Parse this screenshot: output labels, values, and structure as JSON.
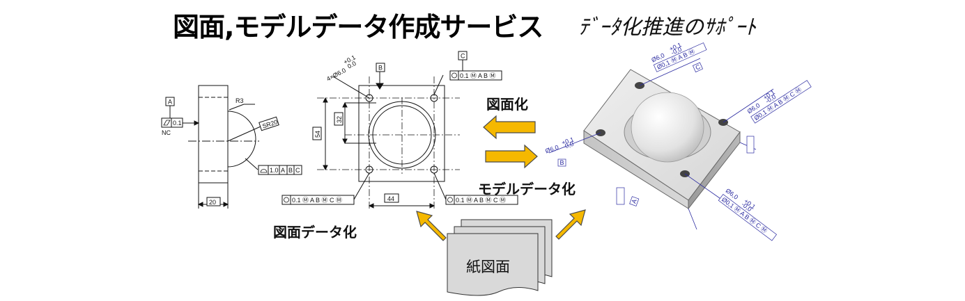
{
  "title": "図面,モデルデータ作成サービス",
  "subtitle": "ﾃﾞｰﾀ化推進のｻﾎﾟｰﾄ",
  "labels": {
    "drawing": "図面化",
    "model": "モデルデータ化",
    "drawing_data": "図面データ化",
    "paper": "紙図面"
  },
  "side_view": {
    "datum_a": "A",
    "flat": "0.1",
    "nc": "NC",
    "r3": "R3",
    "sr20": "SR20",
    "profile": "1.0",
    "profile_refs": [
      "A",
      "B",
      "C"
    ],
    "width": "20"
  },
  "front_view": {
    "holes": "4×Ø6.0",
    "hole_tol_upper": "+0.1",
    "hole_tol_lower": "0.0",
    "datum_b": "B",
    "datum_c": "C",
    "pos_top": "0.1",
    "pos_top_refs": "Ⓜ A B Ⓜ",
    "dim_32": "32",
    "dim_54": "54",
    "dim_44": "44",
    "pos_bl": "0.1",
    "pos_bl_refs": "Ⓜ A B Ⓜ C Ⓜ",
    "pos_br": "0.1",
    "pos_br_refs": "Ⓜ A B Ⓜ C Ⓜ"
  },
  "model_view": {
    "hole_dim": "Ø6,0",
    "tol_upper": "+0,1",
    "tol_lower": "-0,0",
    "pos_a": "Ø0,1 Ⓜ A B Ⓜ",
    "pos_b": "Ø0,1 Ⓜ A B Ⓜ C Ⓜ",
    "datum_b": "B",
    "datum_c": "C",
    "datum_a": "A"
  },
  "colors": {
    "arrow": "#f5b800",
    "arrow_stroke": "#4a4a4a",
    "pmi": "#2a2aa0",
    "paper": "#d9d9d9"
  }
}
